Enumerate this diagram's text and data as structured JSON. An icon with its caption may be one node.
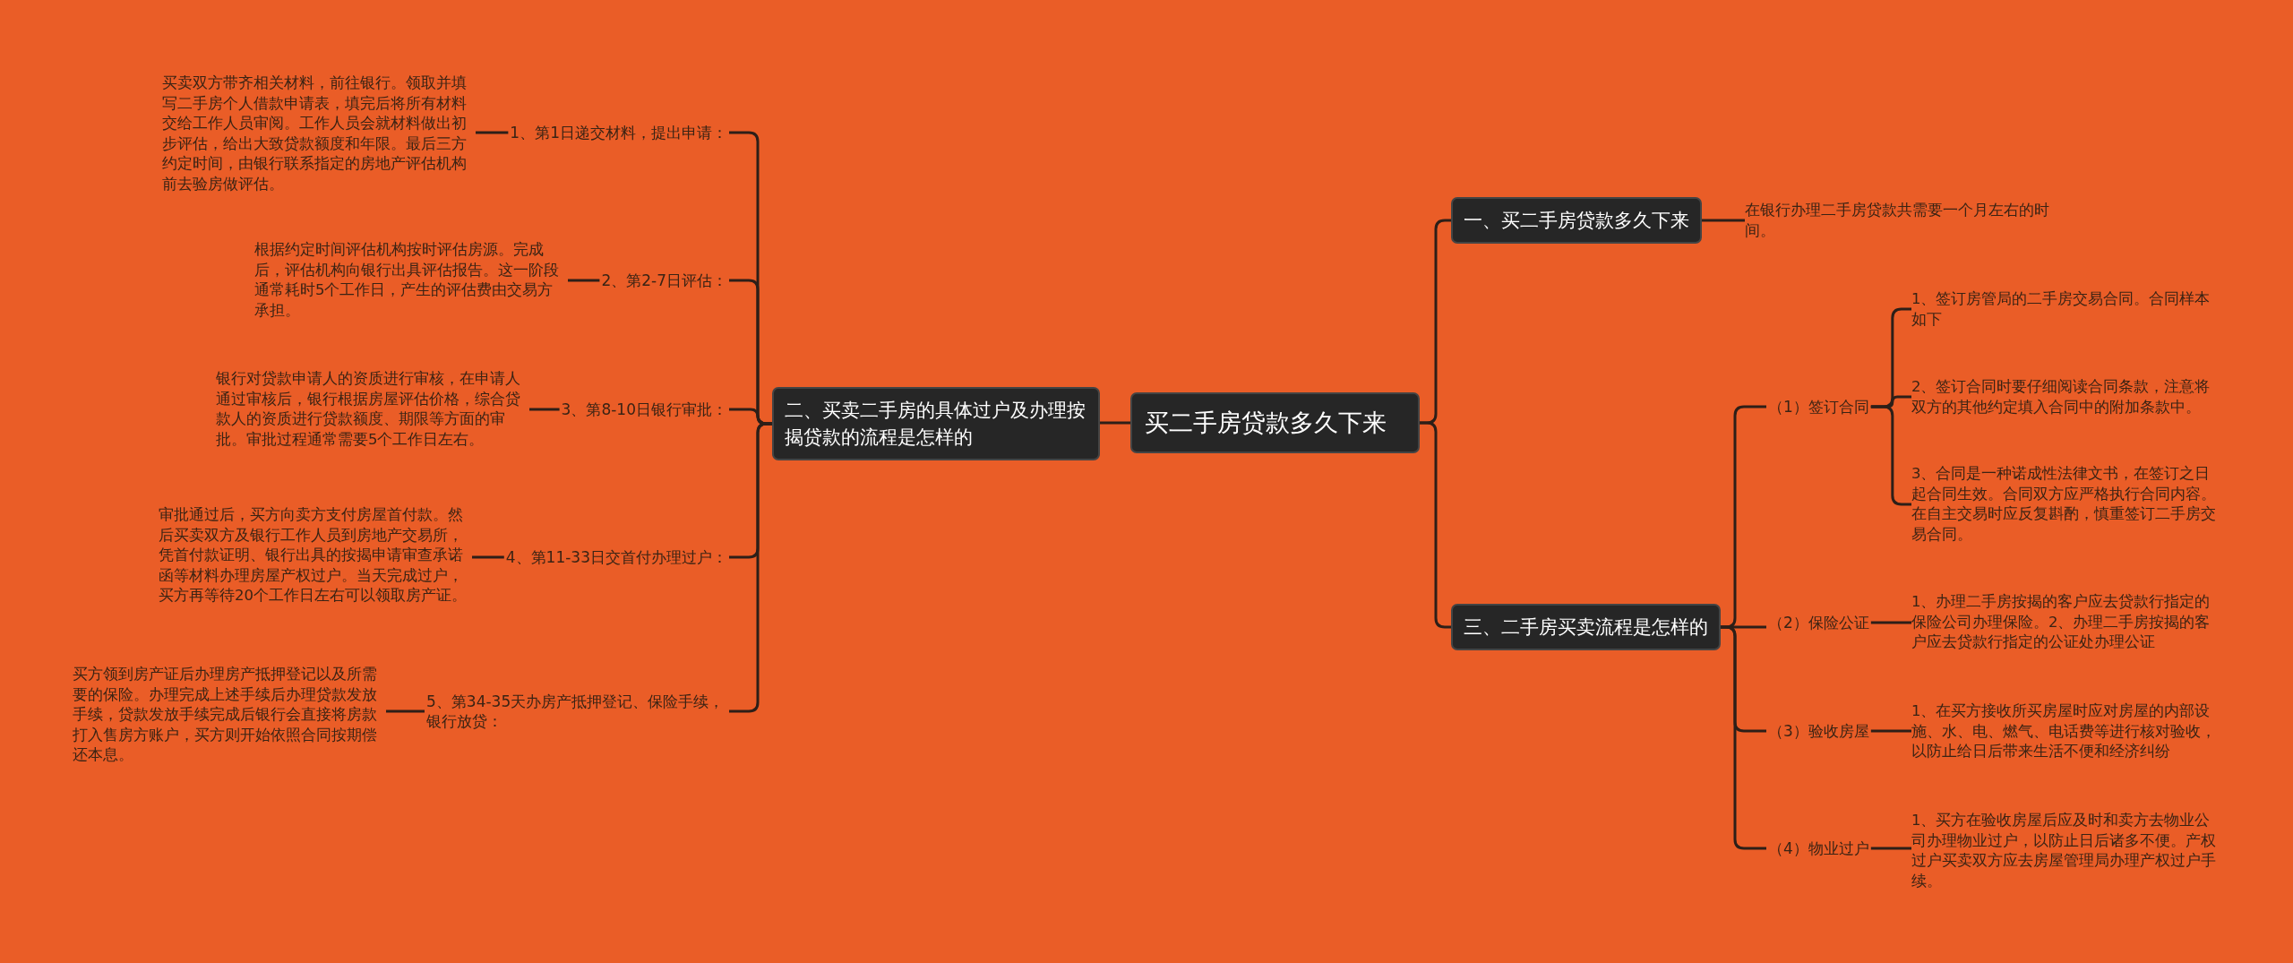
{
  "diagram": {
    "nodes": [
      {
        "text": [
          "买二手房贷款多久下来"
        ]
      },
      {
        "text": [
          "二、买卖二手房的具体过户及办理按揭贷款的流程是怎样的"
        ]
      },
      {
        "text": [
          "1、第1日递交材料，提出申请："
        ]
      },
      {
        "text": [
          "2、第2-7日评估："
        ]
      },
      {
        "text": [
          "3、第8-10日银行审批："
        ]
      },
      {
        "text": [
          "4、第11-33日交首付办理过户："
        ]
      },
      {
        "text": [
          "5、第34-35天办房产抵押登记、保险手续，银行放贷："
        ]
      },
      {
        "text": [
          "买卖双方带齐相关材料，前往银行。领取并填写二手房个人借款申请表，填完后将所有材料交给工作人员审阅。工作人员会就材料做出初步评估，给出大致贷款额度和年限。最后三方约定时间，由银行联系指定的房地产评估机构前去验房做评估。"
        ]
      },
      {
        "text": [
          "根据约定时间评估机构按时评估房源。完成后，评估机构向银行出具评估报告。这一阶段通常耗时5个工作日，产生的评估费由交易方承担。"
        ]
      },
      {
        "text": [
          "银行对贷款申请人的资质进行审核，在申请人通过审核后，银行根据房屋评估价格，综合贷款人的资质进行贷款额度、期限等方面的审批。审批过程通常需要5个工作日左右。"
        ]
      },
      {
        "text": [
          "审批通过后，买方向卖方支付房屋首付款。然后买卖双方及银行工作人员到房地产交易所，凭首付款证明、银行出具的按揭申请审查承诺函等材料办理房屋产权过户。当天完成过户，买方再等待20个工作日左右可以领取房产证。"
        ]
      },
      {
        "text": [
          "买方领到房产证后办理房产抵押登记以及所需要的保险。办理完成上述手续后办理贷款发放手续，贷款发放手续完成后银行会直接将房款打入售房方账户，买方则开始依照合同按期偿还本息。"
        ]
      },
      {
        "text": [
          "一、买二手房贷款多久下来"
        ]
      },
      {
        "text": [
          "在银行办理二手房贷款共需要一个月左右的时间。"
        ]
      },
      {
        "text": [
          "三、二手房买卖流程是怎样的"
        ]
      },
      {
        "text": [
          "（1）签订合同"
        ]
      },
      {
        "text": [
          "1、签订房管局的二手房交易合同。合同样本如下"
        ]
      },
      {
        "text": [
          "2、签订合同时要仔细阅读合同条款，注意将双方的其他约定填入合同中的附加条款中。"
        ]
      },
      {
        "text": [
          "3、合同是一种诺成性法律文书，在签订之日起合同生效。合同双方应严格执行合同内容。在自主交易时应反复斟酌，慎重签订二手房交易合同。"
        ]
      },
      {
        "text": [
          "（2）保险公证"
        ]
      },
      {
        "text": [
          "1、办理二手房按揭的客户应去贷款行指定的保险公司办理保险。2、办理二手房按揭的客户应去贷款行指定的公证处办理公证"
        ]
      },
      {
        "text": [
          "（3）验收房屋"
        ]
      },
      {
        "text": [
          "1、在买方接收所买房屋时应对房屋的内部设施、水、电、燃气、电话费等进行核对验收，以防止给日后带来生活不便和经济纠纷"
        ]
      },
      {
        "text": [
          "（4）物业过户"
        ]
      },
      {
        "text": [
          "1、买方在验收房屋后应及时和卖方去物业公司办理物业过户，以防止日后诸多不便。产权过户买卖双方应去房屋管理局办理产权过户手续。"
        ]
      }
    ],
    "edges": [
      {
        "from": 0,
        "to": 1,
        "arrow": "none"
      },
      {
        "from": 1,
        "to": 2,
        "arrow": "none"
      },
      {
        "from": 1,
        "to": 3,
        "arrow": "none"
      },
      {
        "from": 1,
        "to": 4,
        "arrow": "none"
      },
      {
        "from": 1,
        "to": 5,
        "arrow": "none"
      },
      {
        "from": 1,
        "to": 6,
        "arrow": "none"
      },
      {
        "from": 2,
        "to": 7,
        "arrow": "none"
      },
      {
        "from": 3,
        "to": 8,
        "arrow": "none"
      },
      {
        "from": 4,
        "to": 9,
        "arrow": "none"
      },
      {
        "from": 5,
        "to": 10,
        "arrow": "none"
      },
      {
        "from": 6,
        "to": 11,
        "arrow": "none"
      },
      {
        "from": 0,
        "to": 12,
        "arrow": "none"
      },
      {
        "from": 12,
        "to": 13,
        "arrow": "none"
      },
      {
        "from": 0,
        "to": 14,
        "arrow": "none"
      },
      {
        "from": 14,
        "to": 15,
        "arrow": "none"
      },
      {
        "from": 15,
        "to": 16,
        "arrow": "none"
      },
      {
        "from": 15,
        "to": 17,
        "arrow": "none"
      },
      {
        "from": 15,
        "to": 18,
        "arrow": "none"
      },
      {
        "from": 14,
        "to": 19,
        "arrow": "none"
      },
      {
        "from": 19,
        "to": 20,
        "arrow": "none"
      },
      {
        "from": 14,
        "to": 21,
        "arrow": "none"
      },
      {
        "from": 21,
        "to": 22,
        "arrow": "none"
      },
      {
        "from": 14,
        "to": 23,
        "arrow": "none"
      },
      {
        "from": 23,
        "to": 24,
        "arrow": "none"
      }
    ]
  }
}
